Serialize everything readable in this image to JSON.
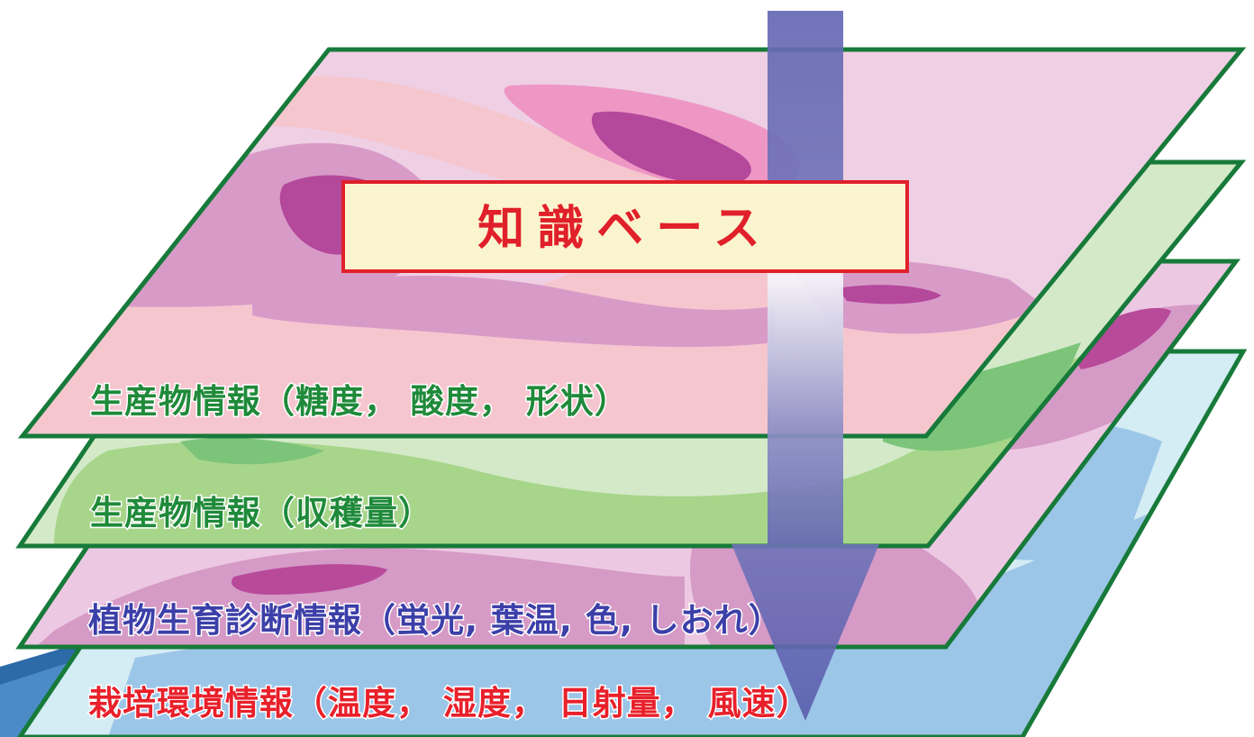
{
  "title_box": {
    "text": "知識ベース",
    "text_color": "#e0202a",
    "fill": "#fbf5cf",
    "border": "#e0202a"
  },
  "layers": [
    {
      "id": "cultivation",
      "label": "栽培環境情報（温度， 湿度， 日射量， 風速）",
      "label_color": "#e8202a",
      "base_color": "#d4ecf3",
      "blob_color": "#9cc6e8"
    },
    {
      "id": "plant-growth",
      "label": "植物生育診断情報（蛍光, 葉温, 色, しおれ）",
      "label_color": "#3c3fa8",
      "base_color": "#edc8e2",
      "blob_color": "#d59ac6",
      "dark_color": "#b84a9a"
    },
    {
      "id": "yield",
      "label": "生産物情報（収穫量）",
      "label_color": "#1f8a3a",
      "base_color": "#d3e9c8",
      "blob_color": "#a7d58a",
      "dark_color": "#7cc47a"
    },
    {
      "id": "quality",
      "label": "生産物情報（糖度， 酸度， 形状）",
      "label_color": "#1f8a3a",
      "base_color": "#efcfe4",
      "blob_color": "#d89bc8",
      "light_color": "#f6c6cf",
      "pink_color": "#ee97c4",
      "dark_color": "#b4489b"
    }
  ],
  "colors": {
    "layer_border": "#177a3a",
    "arrow_top": "#6b6fb8",
    "arrow_light": "#f4f4fa"
  }
}
